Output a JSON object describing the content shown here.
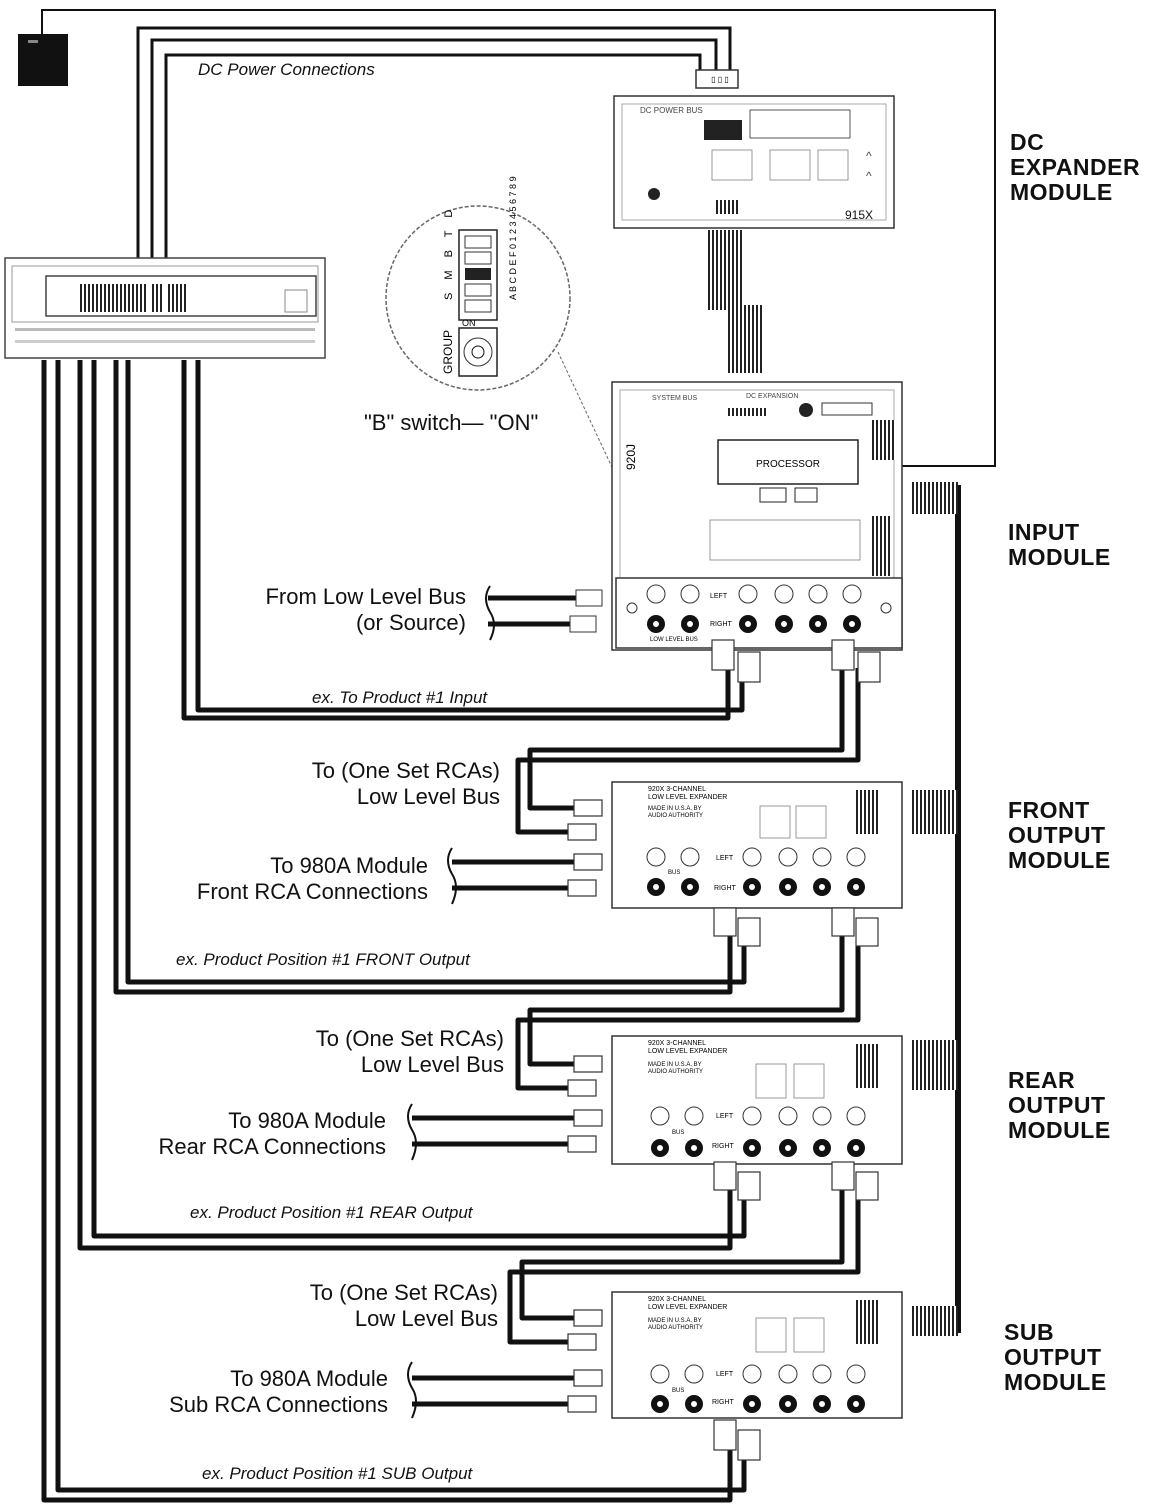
{
  "labels": {
    "dc_power_connections": "DC Power Connections",
    "switch_callout": "\"B\" switch— \"ON\"",
    "switch_row_letters": "S M B T D",
    "switch_group": "GROUP",
    "switch_on": "ON",
    "rotary_digits": "A B C D E F 0 1 2 3 4 5 6 7 8 9",
    "to_product_input": "ex. To Product  #1 Input",
    "front_output_note": "ex. Product Position #1 FRONT Output",
    "rear_output_note": "ex. Product Position #1 REAR Output",
    "sub_output_note": "ex. Product Position #1 SUB Output"
  },
  "modules": {
    "dc_expander": {
      "line1": "DC",
      "line2": "EXPANDER",
      "line3": "MODULE",
      "board_id": "915X",
      "board_header": "DC POWER BUS"
    },
    "input": {
      "line1": "INPUT",
      "line2": "MODULE",
      "board_id": "920J",
      "chip": "PROCESSOR",
      "board_header": "SYSTEM BUS",
      "board_header2": "DC EXPANSION"
    },
    "front": {
      "line1": "FRONT",
      "line2": "OUTPUT",
      "line3": "MODULE",
      "board_title": "920X 3-CHANNEL",
      "board_sub": "LOW LEVEL EXPANDER"
    },
    "rear": {
      "line1": "REAR",
      "line2": "OUTPUT",
      "line3": "MODULE",
      "board_title": "920X 3-CHANNEL",
      "board_sub": "LOW LEVEL EXPANDER"
    },
    "sub": {
      "line1": "SUB",
      "line2": "OUTPUT",
      "line3": "MODULE",
      "board_title": "920X 3-CHANNEL",
      "board_sub": "LOW LEVEL EXPANDER"
    }
  },
  "callouts": {
    "input_source_1": "From Low Level Bus",
    "input_source_2": "(or Source)",
    "front_bus_1": "To (One Set RCAs)",
    "front_bus_2": "Low Level Bus",
    "front_rca_1": "To 980A Module",
    "front_rca_2": "Front RCA Connections",
    "rear_bus_1": "To (One Set RCAs)",
    "rear_bus_2": "Low Level Bus",
    "rear_rca_1": "To 980A Module",
    "rear_rca_2": "Rear RCA Connections",
    "sub_bus_1": "To (One Set RCAs)",
    "sub_bus_2": "Low Level Bus",
    "sub_rca_1": "To 980A Module",
    "sub_rca_2": "Sub RCA Connections"
  },
  "board_text": {
    "left": "LEFT",
    "right": "RIGHT",
    "bus": "BUS",
    "low_level_bus": "LOW LEVEL BUS",
    "made_in": "MADE IN U.S.A. BY",
    "maker": "AUDIO AUTHORITY"
  }
}
